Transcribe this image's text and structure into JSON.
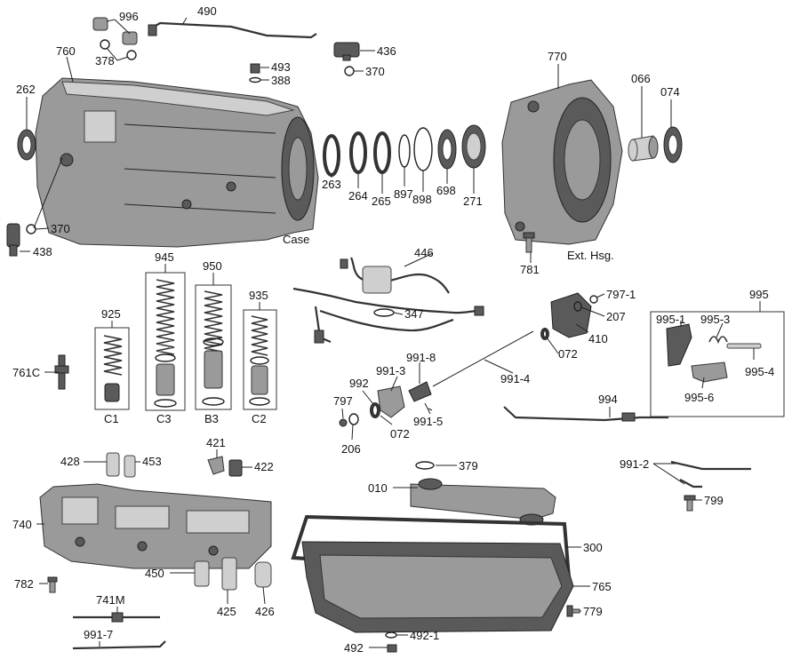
{
  "labels": {
    "p996": "996",
    "p490": "490",
    "p378": "378",
    "p760": "760",
    "p493": "493",
    "p388": "388",
    "p436": "436",
    "p370a": "370",
    "p262": "262",
    "p370b": "370",
    "p438": "438",
    "case": "Case",
    "p263": "263",
    "p264": "264",
    "p265": "265",
    "p897": "897",
    "p898": "898",
    "p698": "698",
    "p271": "271",
    "p770": "770",
    "p066": "066",
    "p074": "074",
    "p781": "781",
    "exthsg": "Ext. Hsg.",
    "p945": "945",
    "p950": "950",
    "p935": "935",
    "p925": "925",
    "p761c": "761C",
    "c1": "C1",
    "c3": "C3",
    "b3": "B3",
    "c2": "C2",
    "p446": "446",
    "p347": "347",
    "p797_1": "797-1",
    "p207": "207",
    "p410": "410",
    "p072a": "072",
    "p995": "995",
    "p995_1": "995-1",
    "p995_3": "995-3",
    "p995_4": "995-4",
    "p995_6": "995-6",
    "p991_8": "991-8",
    "p991_3": "991-3",
    "p992": "992",
    "p797": "797",
    "p991_4": "991-4",
    "p991_5": "991-5",
    "p206": "206",
    "p072b": "072",
    "p994": "994",
    "p421": "421",
    "p428": "428",
    "p453": "453",
    "p422": "422",
    "p740": "740",
    "p379": "379",
    "p010": "010",
    "p300": "300",
    "p991_2": "991-2",
    "p799": "799",
    "p765": "765",
    "p779": "779",
    "p450": "450",
    "p425": "425",
    "p426": "426",
    "p782": "782",
    "p741m": "741M",
    "p991_7": "991-7",
    "p492_1": "492-1",
    "p492": "492"
  }
}
